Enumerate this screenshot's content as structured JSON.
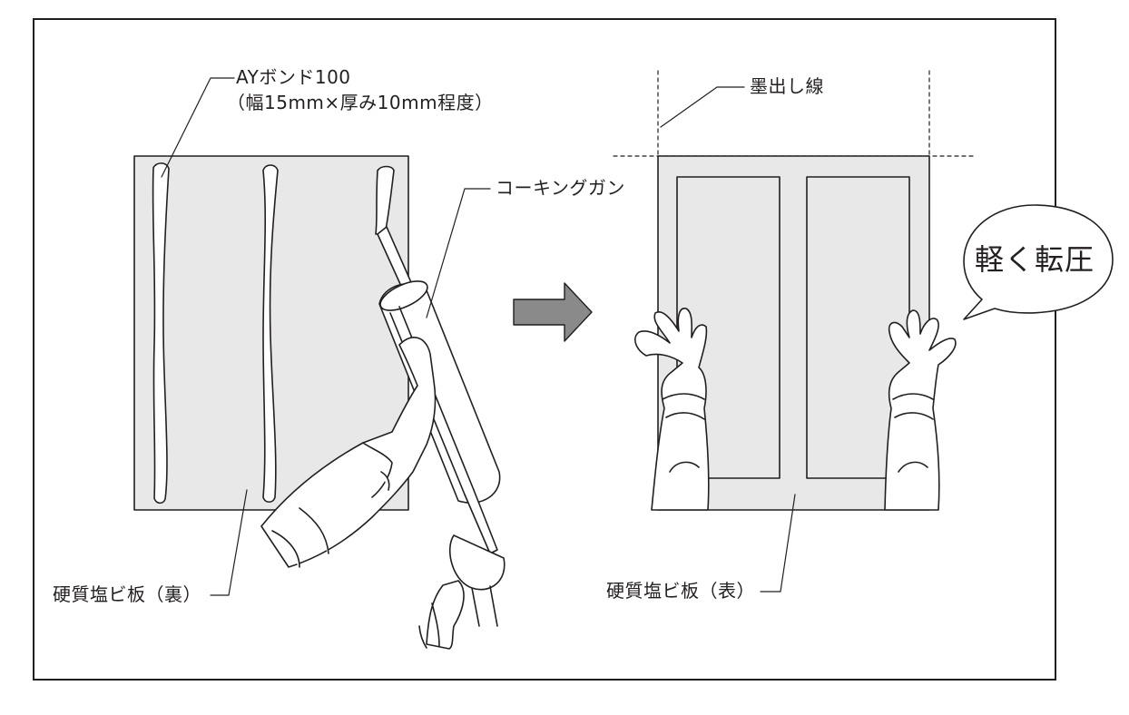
{
  "labels": {
    "bond_name": "AYボンド100",
    "bond_size": "（幅15mm×厚み10mm程度）",
    "caulking_gun": "コーキングガン",
    "board_back": "硬質塩ビ板（裏）",
    "marking_line": "墨出し線",
    "board_front": "硬質塩ビ板（表）",
    "press_lightly": "軽く転圧"
  },
  "colors": {
    "line": "#231f20",
    "panel_fill": "#e8e8e8",
    "arrow_fill": "#8a8a8a",
    "background": "#ffffff"
  }
}
